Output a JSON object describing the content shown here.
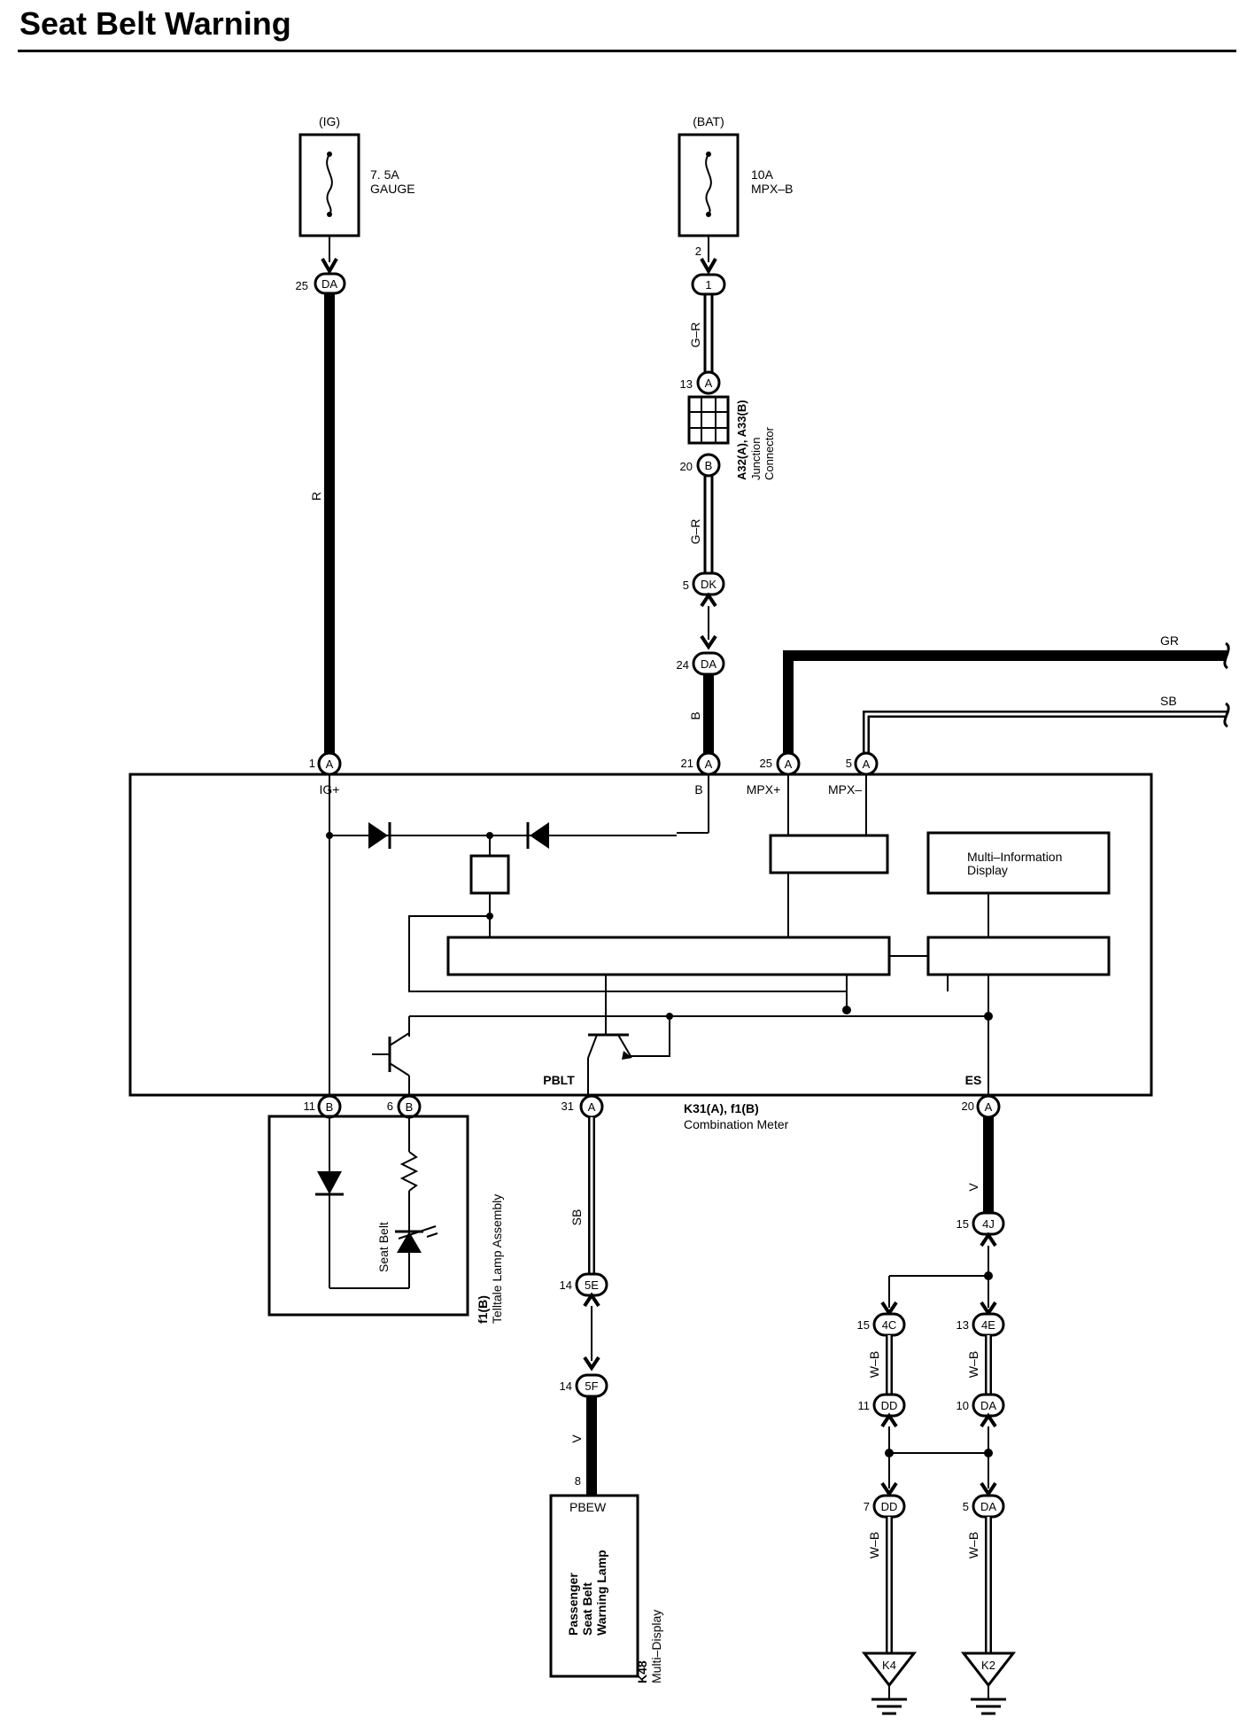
{
  "title": "Seat Belt Warning",
  "power": {
    "ig": {
      "source": "(IG)",
      "rating": "7. 5A",
      "name": "GAUGE"
    },
    "bat": {
      "source": "(BAT)",
      "rating": "10A",
      "name": "MPX–B"
    }
  },
  "junction_connector": {
    "code": "A32(A), A33(B)",
    "name": "Junction",
    "name2": "Connector"
  },
  "combination_meter": {
    "code": "K31(A), f1(B)",
    "name": "Combination Meter",
    "terminals": {
      "ig": "IG+",
      "b": "B",
      "mpx_p": "MPX+",
      "mpx_m": "MPX–",
      "pblt": "PBLT",
      "es": "ES"
    },
    "mid": {
      "line1": "Multi–Information",
      "line2": "Display"
    }
  },
  "telltale": {
    "code": "f1(B)",
    "name": "Telltale Lamp Assembly",
    "lamp": "Seat Belt"
  },
  "multi_display": {
    "code": "K48",
    "name": "Multi–Display",
    "terminal": "PBEW",
    "lamp1": "Passenger",
    "lamp2": "Seat Belt",
    "lamp3": "Warning Lamp"
  },
  "wires": {
    "r": "R",
    "gr1": "G–R",
    "gr2": "G–R",
    "b": "B",
    "gr_bus": "GR",
    "sb_bus": "SB",
    "sb": "SB",
    "v1": "V",
    "v2": "V",
    "wb1": "W–B",
    "wb2": "W–B",
    "wb3": "W–B",
    "wb4": "W–B"
  },
  "connectors": {
    "da25": {
      "pin": "25",
      "code": "DA"
    },
    "c1": {
      "pin": "2",
      "code": "1"
    },
    "a13": {
      "pin": "13",
      "code": "A"
    },
    "b20": {
      "pin": "20",
      "code": "B"
    },
    "dk5": {
      "pin": "5",
      "code": "DK"
    },
    "da24": {
      "pin": "24",
      "code": "DA"
    },
    "a1": {
      "pin": "1",
      "code": "A"
    },
    "a21": {
      "pin": "21",
      "code": "A"
    },
    "a25": {
      "pin": "25",
      "code": "A"
    },
    "a5": {
      "pin": "5",
      "code": "A"
    },
    "b11": {
      "pin": "11",
      "code": "B"
    },
    "b6": {
      "pin": "6",
      "code": "B"
    },
    "a31": {
      "pin": "31",
      "code": "A"
    },
    "a20": {
      "pin": "20",
      "code": "A"
    },
    "j4j": {
      "pin": "15",
      "code": "4J"
    },
    "j5e": {
      "pin": "14",
      "code": "5E"
    },
    "j5f": {
      "pin": "14",
      "code": "5F"
    },
    "pin8": {
      "pin": "8"
    },
    "j4c": {
      "pin": "15",
      "code": "4C"
    },
    "j4e": {
      "pin": "13",
      "code": "4E"
    },
    "dd11": {
      "pin": "11",
      "code": "DD"
    },
    "da10": {
      "pin": "10",
      "code": "DA"
    },
    "dd7": {
      "pin": "7",
      "code": "DD"
    },
    "da5": {
      "pin": "5",
      "code": "DA"
    }
  },
  "grounds": {
    "k4": "K4",
    "k2": "K2"
  }
}
